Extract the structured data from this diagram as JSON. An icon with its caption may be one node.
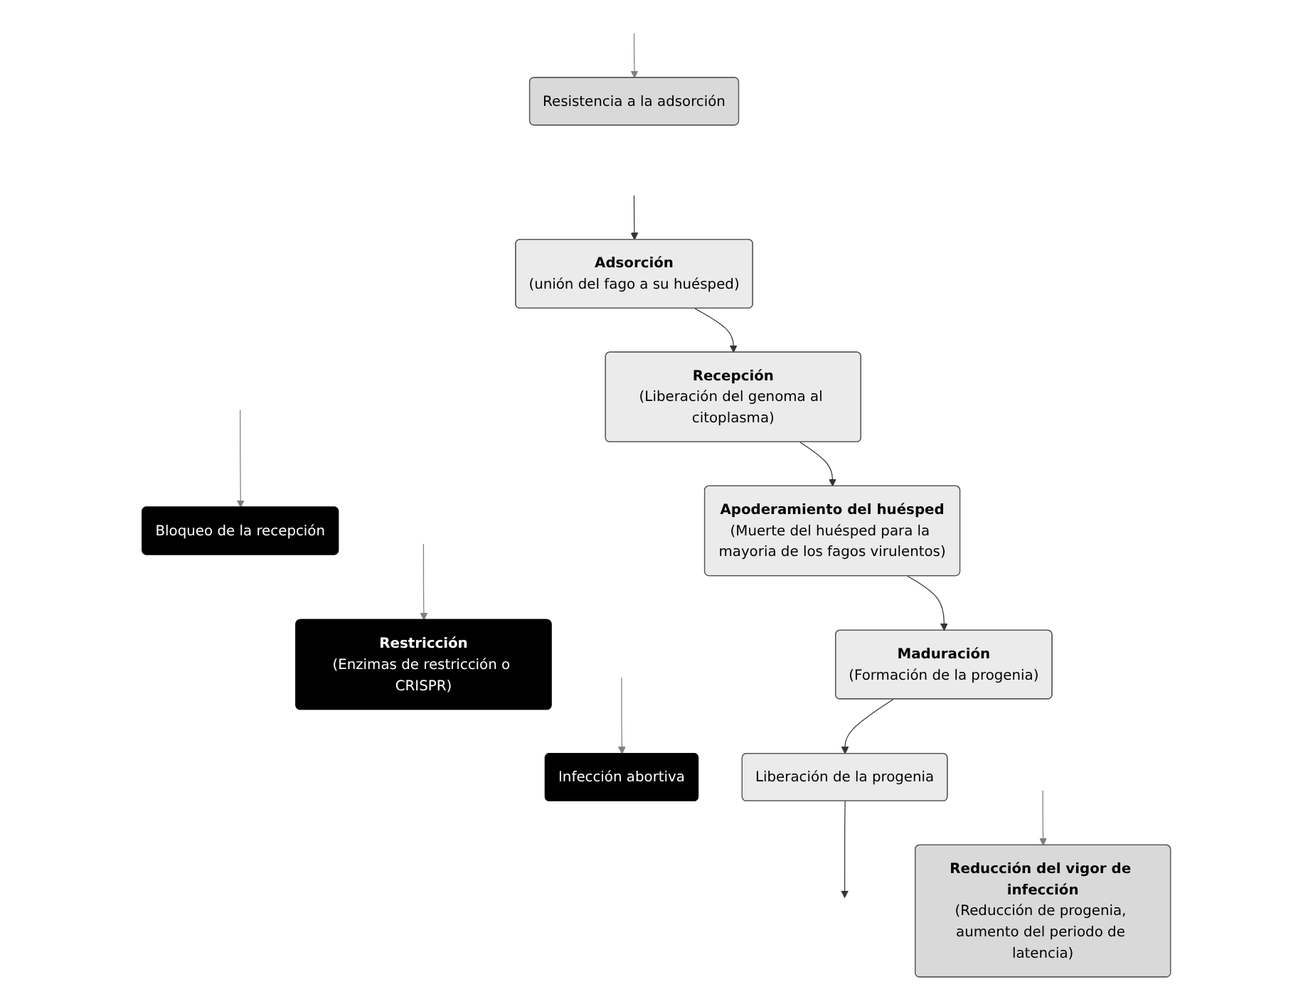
{
  "diagram": {
    "nodes": [
      {
        "text": [
          "Resistencia a la adsorción"
        ]
      },
      {
        "text": [
          "Adsorción",
          "(unión del fago a su huésped)"
        ]
      },
      {
        "text": [
          "Bloqueo de la recepción"
        ]
      },
      {
        "text": [
          "Recepción",
          "(Liberación del genoma al citoplasma)"
        ]
      },
      {
        "text": [
          "Restricción",
          "(Enzimas de restricción o CRISPR)"
        ]
      },
      {
        "text": [
          "Apoderamiento del huésped",
          "(Muerte del huésped para la mayoria de los fagos virulentos)"
        ]
      },
      {
        "text": [
          "Infección abortiva"
        ]
      },
      {
        "text": [
          "Maduración",
          "(Formación de la progenia)"
        ]
      },
      {
        "text": [
          "Reducción del vigor de infección",
          "(Reducción de progenia, aumento del periodo de latencia)"
        ]
      },
      {
        "text": [
          "Liberación de la progenia"
        ]
      }
    ],
    "edges": [
      {
        "from": null,
        "to": 0,
        "arrow": "to",
        "color": "#7f7f7f"
      },
      {
        "from": null,
        "to": 1,
        "arrow": "to"
      },
      {
        "from": null,
        "to": 2,
        "arrow": "to",
        "color": "#7f7f7f"
      },
      {
        "from": 1,
        "to": 3,
        "arrow": "to"
      },
      {
        "from": null,
        "to": 4,
        "arrow": "to",
        "color": "#7f7f7f"
      },
      {
        "from": 3,
        "to": 5,
        "arrow": "to"
      },
      {
        "from": null,
        "to": 6,
        "arrow": "to",
        "color": "#7f7f7f"
      },
      {
        "from": 5,
        "to": 7,
        "arrow": "to"
      },
      {
        "from": null,
        "to": 8,
        "arrow": "to",
        "color": "#7f7f7f"
      },
      {
        "from": 7,
        "to": 9,
        "arrow": "to"
      },
      {
        "from": 9,
        "to": null,
        "arrow": "to"
      }
    ]
  }
}
